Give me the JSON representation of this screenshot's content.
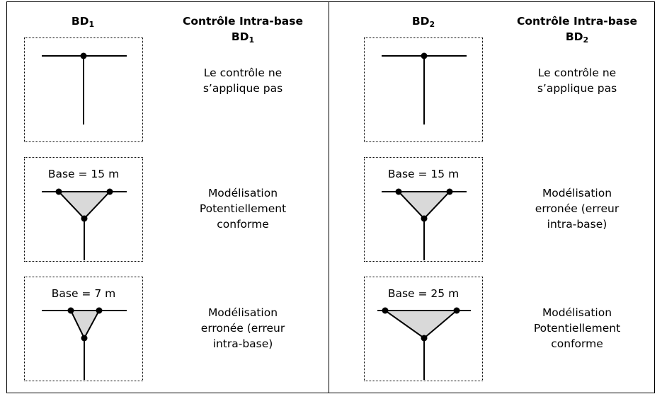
{
  "columns": [
    {
      "header": {
        "main": "BD",
        "sub": "1"
      },
      "control_header": {
        "line1": "Contrôle Intra-base",
        "line2_main": "BD",
        "line2_sub": "1"
      }
    },
    {
      "header": {
        "main": "BD",
        "sub": "2"
      },
      "control_header": {
        "line1": "Contrôle Intra-base",
        "line2_main": "BD",
        "line2_sub": "2"
      }
    }
  ],
  "rows": {
    "bd1": [
      {
        "base_label": "",
        "result": [
          "Le contrôle ne",
          "s’applique pas"
        ]
      },
      {
        "base_label": "Base = 15 m",
        "result": [
          "Modélisation",
          "Potentiellement",
          "conforme"
        ]
      },
      {
        "base_label": "Base = 7 m",
        "result": [
          "Modélisation",
          "erronée (erreur",
          "intra-base)"
        ]
      }
    ],
    "bd2": [
      {
        "base_label": "",
        "result": [
          "Le contrôle ne",
          "s’applique pas"
        ]
      },
      {
        "base_label": "Base = 15 m",
        "result": [
          "Modélisation",
          "erronée (erreur",
          "intra-base)"
        ]
      },
      {
        "base_label": "Base = 25 m",
        "result": [
          "Modélisation",
          "Potentiellement",
          "conforme"
        ]
      }
    ]
  },
  "colors": {
    "line": "#000000",
    "triangle_fill": "#d9d9d9",
    "node": "#000000"
  }
}
